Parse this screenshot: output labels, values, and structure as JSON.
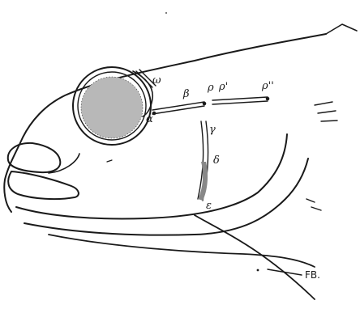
{
  "labels": {
    "omega": "ω",
    "alpha": "α",
    "beta": "β",
    "rho": "ρ",
    "rho_prime": "ρ'",
    "rho_double_prime": "ρ''",
    "gamma": "γ",
    "delta": "δ",
    "epsilon": "ε"
  },
  "signature": "FB.",
  "colors": {
    "ink": "#1a1a1a",
    "paper": "#ffffff"
  }
}
